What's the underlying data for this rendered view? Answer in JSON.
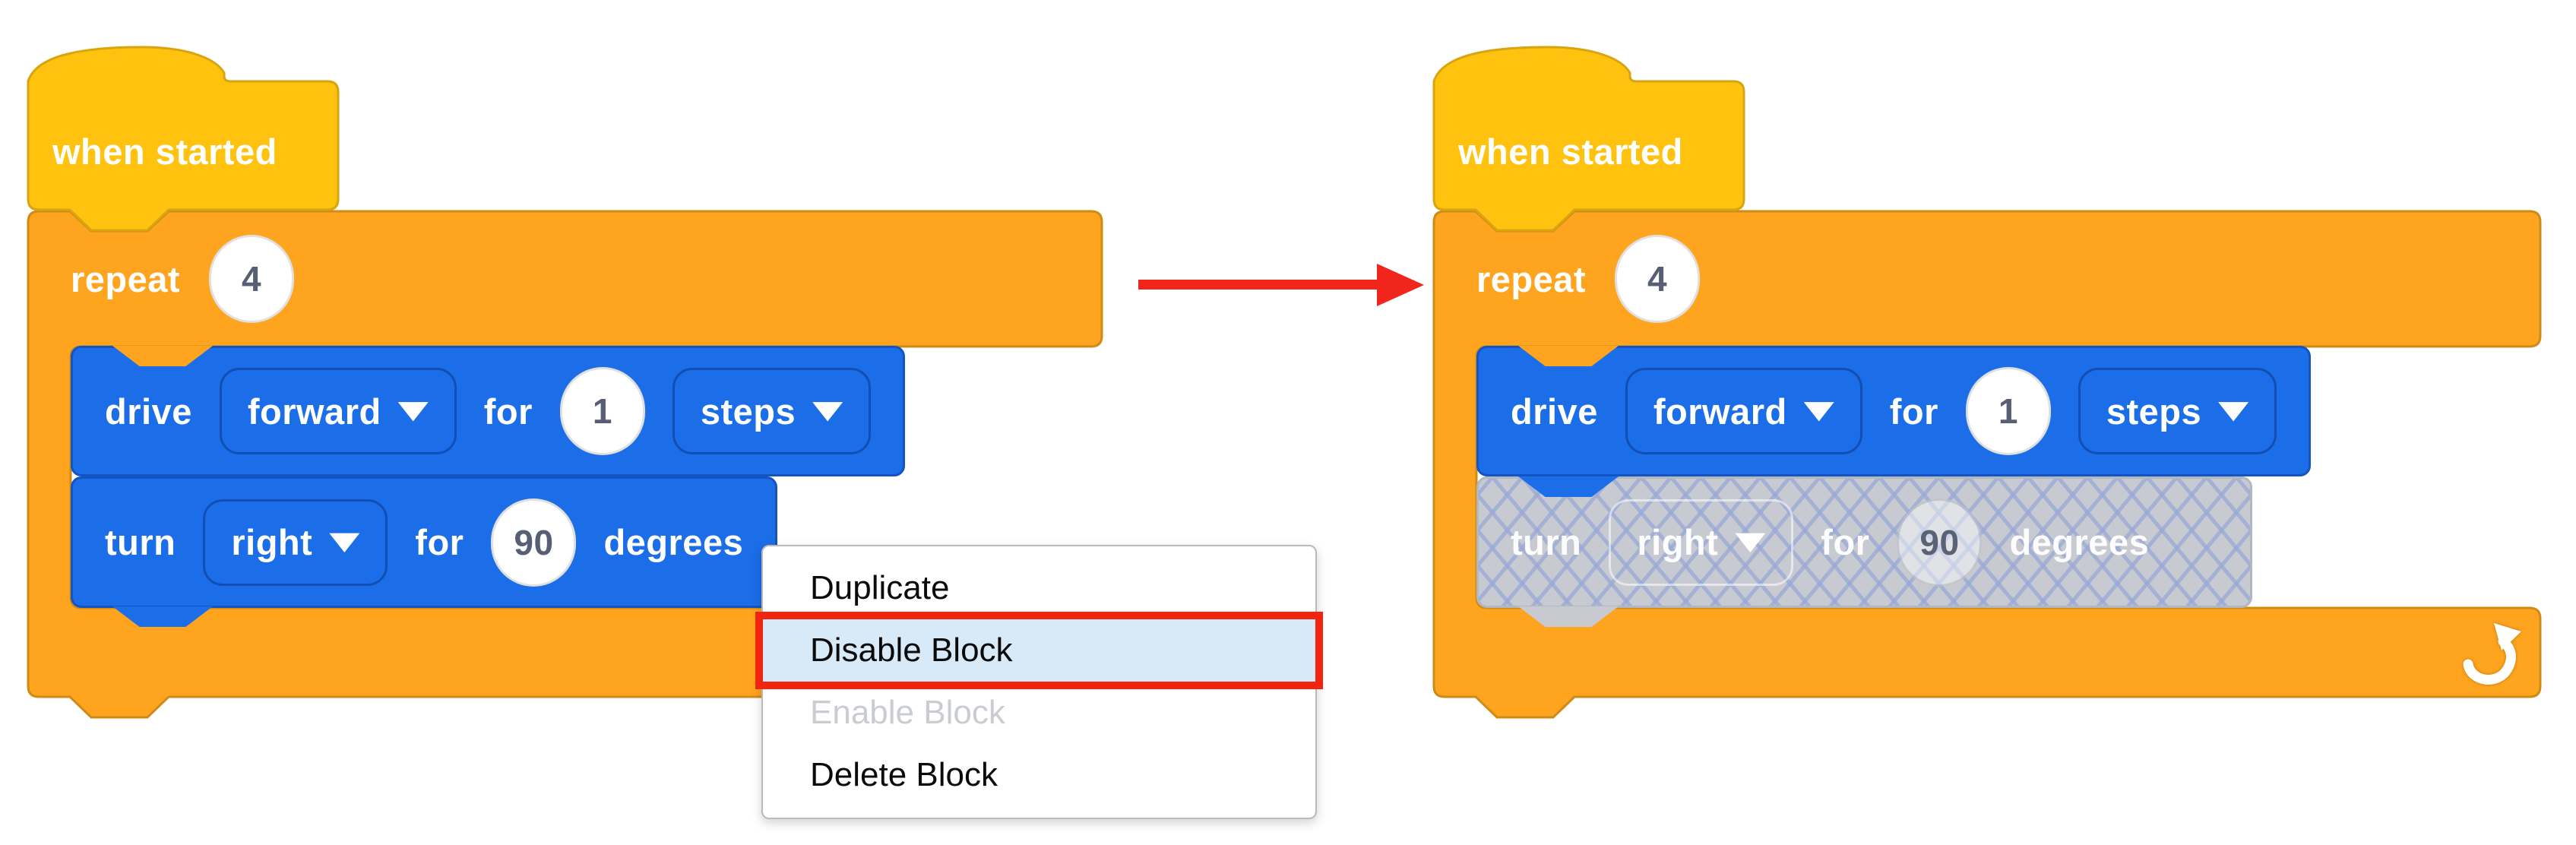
{
  "colors": {
    "hat_yellow": "#ffc20e",
    "hat_border": "#d8a510",
    "control_orange": "#ffa41f",
    "control_border": "#cf8b17",
    "drive_blue": "#1b6de8",
    "drive_border": "#1254c4",
    "disabled_gray": "#c7cad0",
    "menu_highlight_blue": "#d8e9f8",
    "alert_red": "#f1250f",
    "number_text": "#575f75"
  },
  "icons": {
    "dropdown_caret": "caret-down-icon",
    "repeat_arrow": "curved-loop-arrow-icon",
    "transition_arrow": "red-right-arrow-icon"
  },
  "left_script": {
    "hat_label": "when started",
    "repeat": {
      "label": "repeat",
      "count": "4"
    },
    "drive": {
      "label": "drive",
      "direction": "forward",
      "for_label": "for",
      "amount": "1",
      "unit": "steps"
    },
    "turn": {
      "label": "turn",
      "direction": "right",
      "for_label": "for",
      "amount": "90",
      "unit_label": "degrees"
    }
  },
  "right_script": {
    "hat_label": "when started",
    "repeat": {
      "label": "repeat",
      "count": "4"
    },
    "drive": {
      "label": "drive",
      "direction": "forward",
      "for_label": "for",
      "amount": "1",
      "unit": "steps"
    },
    "turn": {
      "label": "turn",
      "direction": "right",
      "for_label": "for",
      "amount": "90",
      "unit_label": "degrees",
      "state": "disabled"
    }
  },
  "context_menu": {
    "items": [
      {
        "label": "Duplicate",
        "state": "normal"
      },
      {
        "label": "Disable Block",
        "state": "highlighted"
      },
      {
        "label": "Enable Block",
        "state": "disabled"
      },
      {
        "label": "Delete Block",
        "state": "normal"
      }
    ]
  }
}
